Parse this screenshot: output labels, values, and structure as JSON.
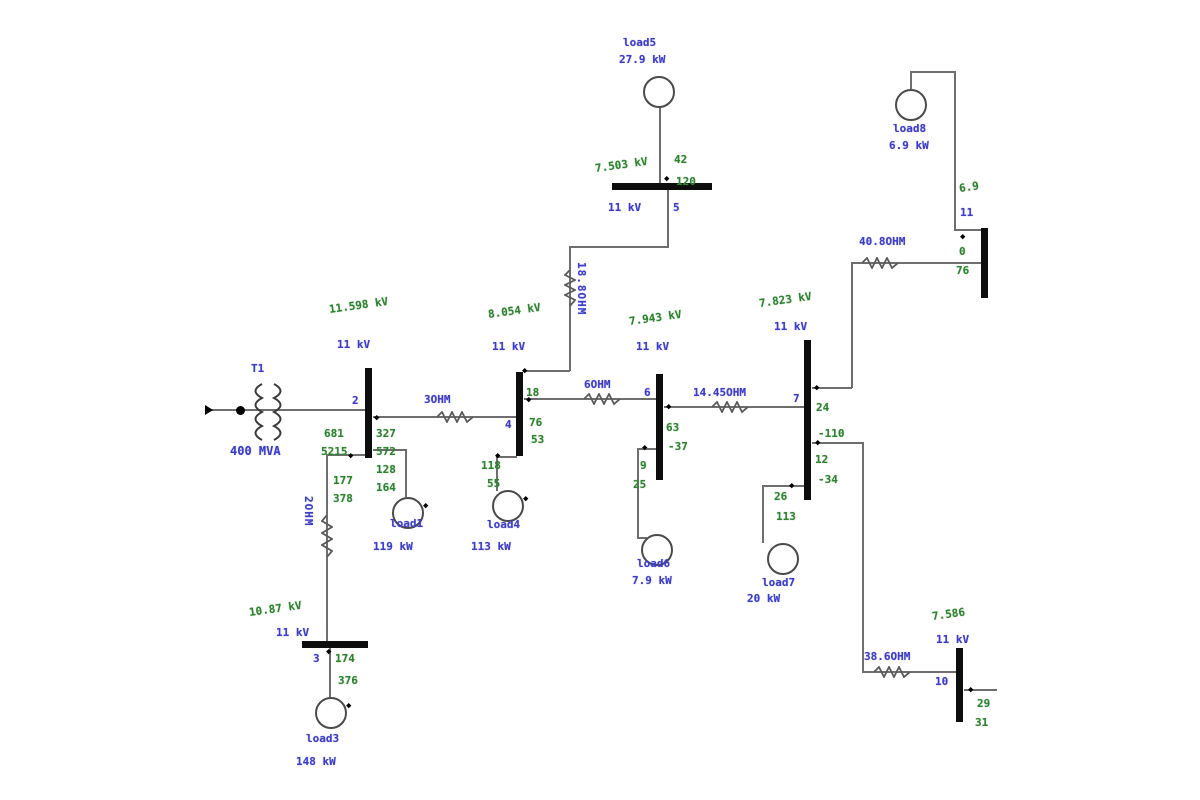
{
  "transformer": {
    "id": "T1",
    "rating": "400 MVA"
  },
  "buses": {
    "b2": {
      "id": "2",
      "vop": "11.598 kV",
      "vnom": "11 kV",
      "flows": {
        "f1": "681",
        "f2": "5215",
        "f3": "177",
        "f4": "378",
        "f5": "327",
        "f6": "572",
        "f7": "128",
        "f8": "164"
      }
    },
    "b3": {
      "id": "3",
      "vop": "10.87 kV",
      "vnom": "11 kV",
      "flows": {
        "f1": "174",
        "f2": "376"
      }
    },
    "b4": {
      "id": "4",
      "vop": "8.054 kV",
      "vnom": "11 kV",
      "flows": {
        "f1": "18",
        "f2": "76",
        "f3": "53",
        "f4": "118",
        "f5": "55"
      }
    },
    "b5": {
      "id": "5",
      "vop": "7.503 kV",
      "vnom": "11 kV",
      "flows": {
        "f1": "42",
        "f2": "120"
      }
    },
    "b6": {
      "id": "6",
      "vop": "7.943 kV",
      "vnom": "11 kV",
      "flows": {
        "f1": "63",
        "f2": "-37",
        "f3": "9",
        "f4": "25"
      }
    },
    "b7": {
      "id": "7",
      "vop": "7.823 kV",
      "vnom": "11 kV",
      "flows": {
        "f1": "24",
        "f2": "-110",
        "f3": "12",
        "f4": "-34",
        "f5": "26",
        "f6": "113"
      }
    },
    "b10": {
      "id": "10",
      "vop": "7.586",
      "vnom": "11 kV",
      "flows": {
        "f1": "29",
        "f2": "31"
      }
    },
    "b8": {
      "vop": "6.9",
      "vnom": "11",
      "flows": {
        "f1": "0",
        "f2": "76"
      }
    }
  },
  "loads": {
    "load1": {
      "name": "load1",
      "kw": "119 kW"
    },
    "load3": {
      "name": "load3",
      "kw": "148 kW"
    },
    "load4": {
      "name": "load4",
      "kw": "113 kW"
    },
    "load5": {
      "name": "load5",
      "kw": "27.9 kW"
    },
    "load6": {
      "name": "load6",
      "kw": "7.9 kW"
    },
    "load7": {
      "name": "load7",
      "kw": "20 kW"
    },
    "load8": {
      "name": "load8",
      "kw": "6.9 kW"
    }
  },
  "lines": {
    "l24": "3OHM",
    "l46": "6OHM",
    "l67": "14.45OHM",
    "l78": "40.8OHM",
    "l710": "38.6OHM",
    "l45": "18.8OHM",
    "l23": "2OHM"
  }
}
